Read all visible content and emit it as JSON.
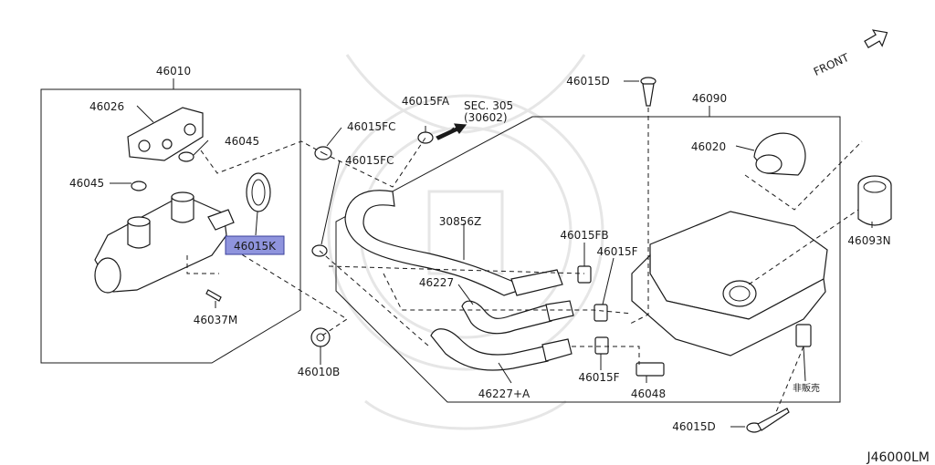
{
  "diagram": {
    "code": "J46000LM",
    "direction_label": "FRONT",
    "parts": {
      "p46010": "46010",
      "p46026": "46026",
      "p46045_a": "46045",
      "p46045_b": "46045",
      "p46015K": "46015K",
      "p46037M": "46037M",
      "p46010B": "46010B",
      "p46015FA": "46015FA",
      "p46015FC_a": "46015FC",
      "p46015FC_b": "46015FC",
      "p30856Z": "30856Z",
      "p46227": "46227",
      "p46227A": "46227+A",
      "p46015FB": "46015FB",
      "p46015F_a": "46015F",
      "p46015F_b": "46015F",
      "p46048": "46048",
      "p46015D_a": "46015D",
      "p46015D_b": "46015D",
      "p46090": "46090",
      "p46020": "46020",
      "p46093N": "46093N",
      "not_for_sale": "非販売"
    },
    "section_ref": {
      "line1": "SEC. 305",
      "line2": "(30602)"
    },
    "highlight_color": "#8f94dd"
  }
}
